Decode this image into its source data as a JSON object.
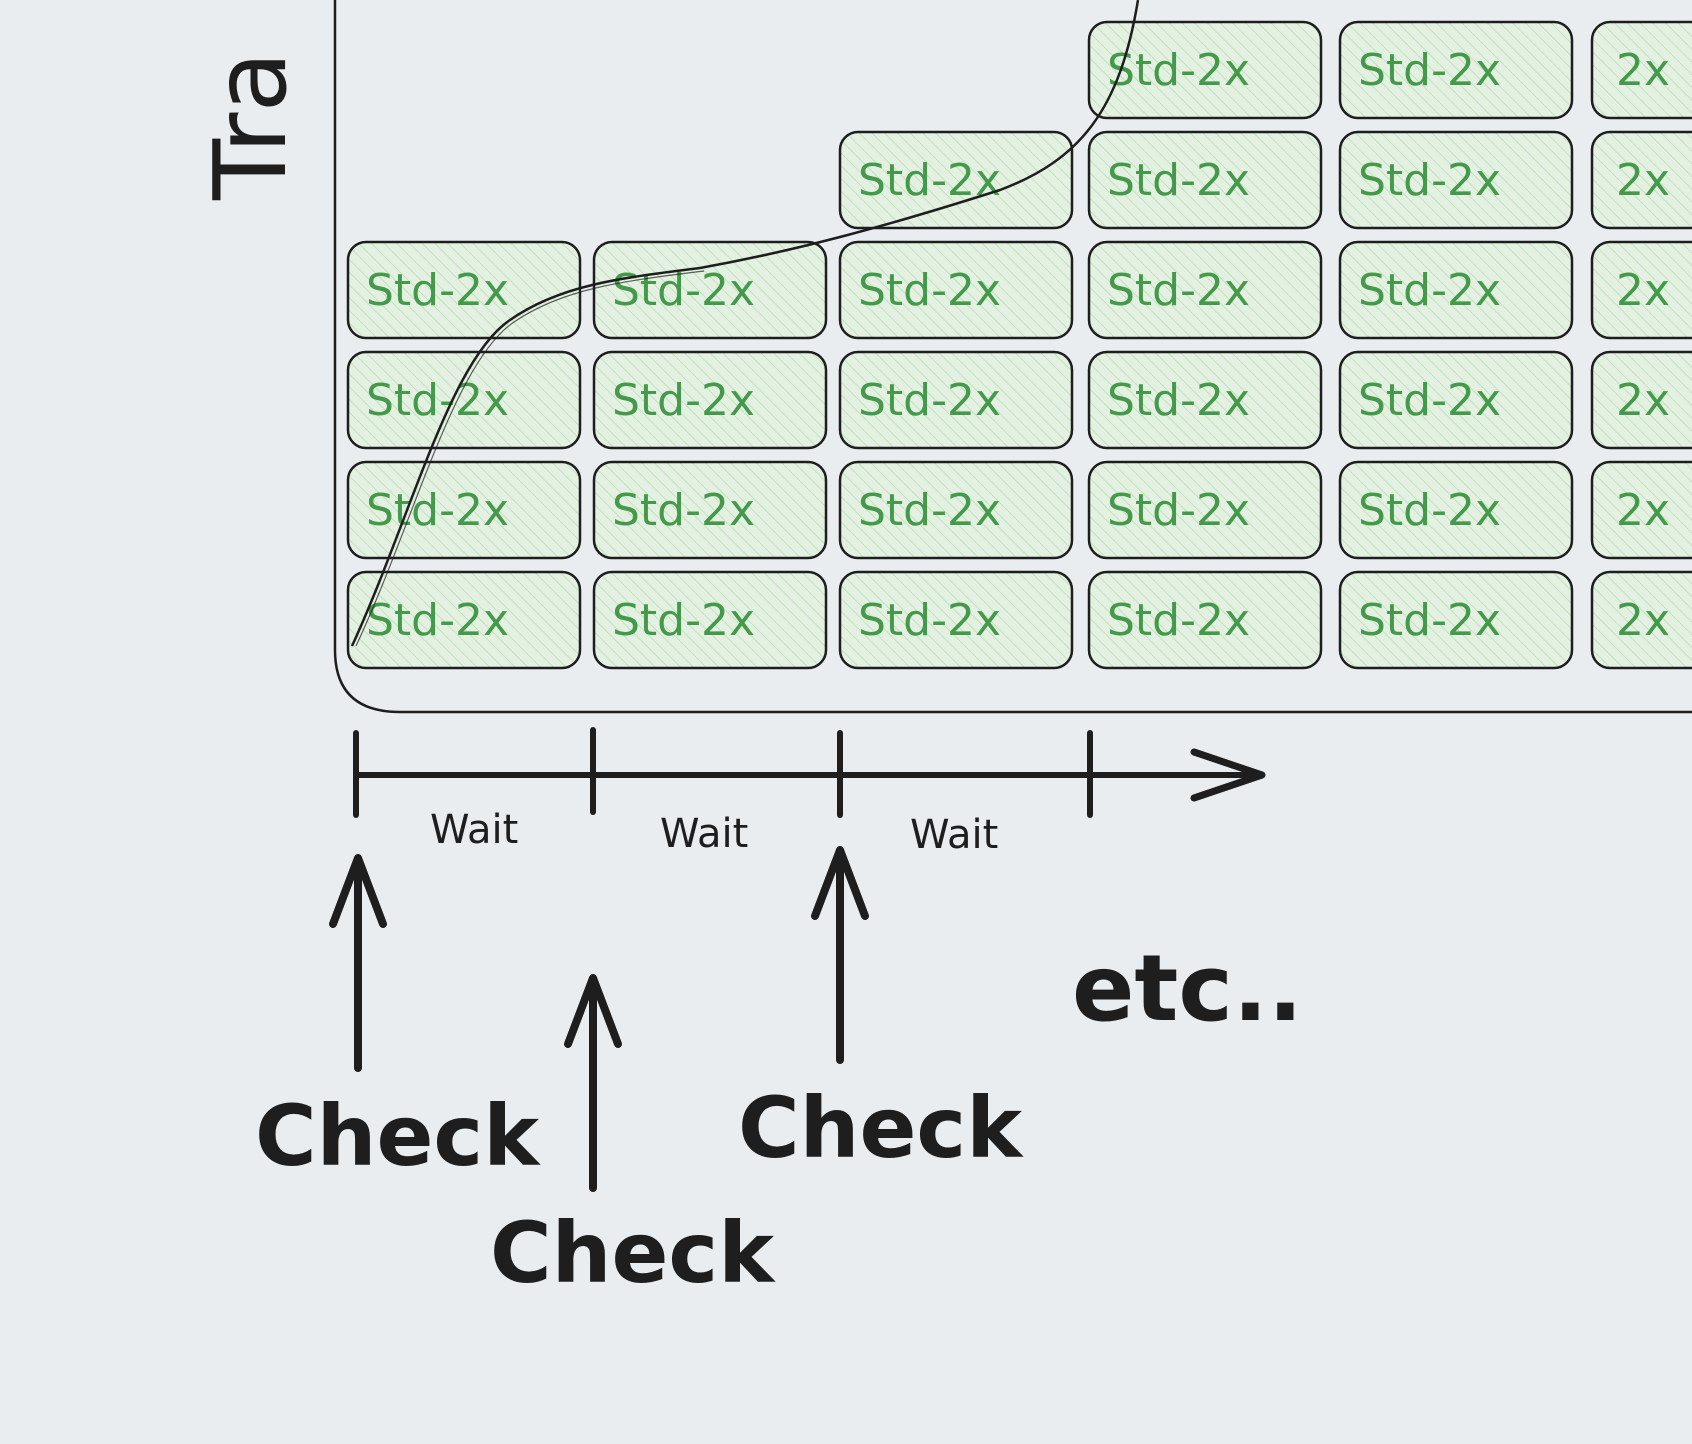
{
  "y_axis_label": "Tra",
  "box_label": "Std-2x",
  "box_label_clipped": "2x",
  "column_box_counts": [
    4,
    4,
    5,
    6,
    6,
    6
  ],
  "wait_labels": [
    "Wait",
    "Wait",
    "Wait"
  ],
  "check_labels": [
    "Check",
    "Check",
    "Check"
  ],
  "etc_label": "etc..",
  "colors": {
    "background": "#e9edf0",
    "box_fill": "#d6ecd4",
    "box_text": "#449a4a",
    "ink": "#1e1e1e"
  }
}
